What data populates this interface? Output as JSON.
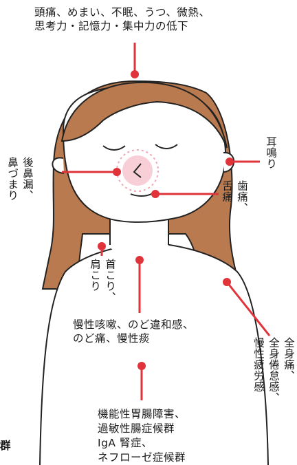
{
  "labels": {
    "head": [
      "頭痛、めまい、不眠、うつ、微熱、",
      "思考力・記憶力・集中力の低下"
    ],
    "ear": [
      "耳",
      "鳴",
      "り"
    ],
    "postnasal_col1": "後鼻漏、",
    "postnasal_col2": "鼻づまり",
    "mouth_col1": "歯痛、",
    "mouth_col2": "舌痛",
    "shoulder_col1": "首こり、",
    "shoulder_col2": "肩こり",
    "throat": [
      "慢性咳嗽、のど違和感、",
      "のど痛、慢性痰"
    ],
    "body_col1": "全身痛、",
    "body_col2": "全身倦怠感、",
    "body_col3": "慢性疲労感",
    "gut": [
      "機能性胃腸障害、",
      "過敏性腸症候群",
      "IgA 腎症、",
      "ネフローゼ症候群"
    ],
    "partial_left": "群"
  },
  "colors": {
    "hair": "#b97a4f",
    "line": "#222222",
    "leader": "#e0333a",
    "nose_glow": "#f2a7b7"
  }
}
